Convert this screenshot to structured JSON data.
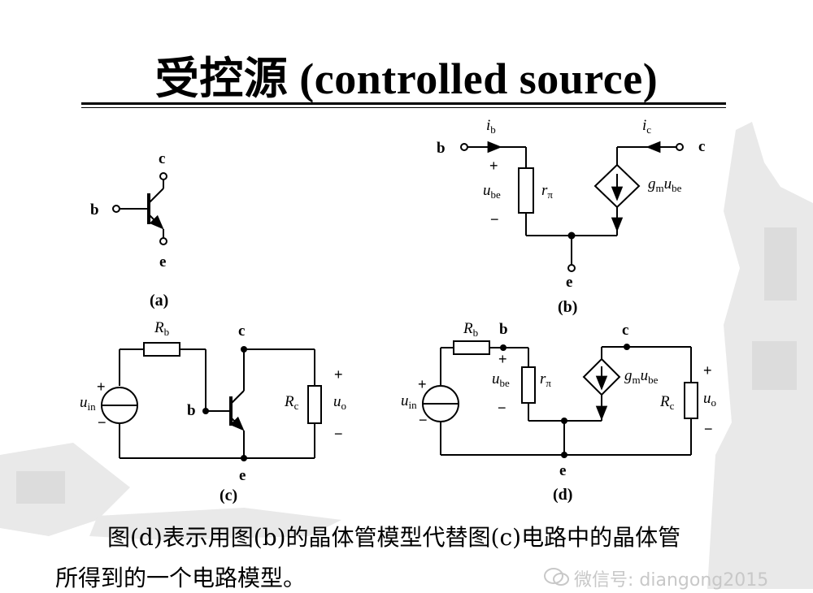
{
  "slide": {
    "title": "受控源 (controlled source)",
    "body_line1": "图(d)表示用图(b)的晶体管模型代替图(c)电路中的晶体管",
    "body_line2": "所得到的一个电路模型。",
    "watermark": "微信号: diangong2015",
    "watermark_icon": "wechat-icon"
  },
  "fig_a": {
    "caption": "(a)",
    "terminal_b": "b",
    "terminal_c": "c",
    "terminal_e": "e"
  },
  "fig_b": {
    "caption": "(b)",
    "terminal_b": "b",
    "terminal_c": "c",
    "terminal_e": "e",
    "ib_main": "i",
    "ib_sub": "b",
    "ic_main": "i",
    "ic_sub": "c",
    "ube_main": "u",
    "ube_sub": "be",
    "rpi_main": "r",
    "rpi_sub": "π",
    "gm_main": "g",
    "gm_sub": "m",
    "gm_u": "u",
    "gm_usub": "be",
    "plus": "+",
    "minus": "−"
  },
  "fig_c": {
    "caption": "(c)",
    "terminal_b": "b",
    "terminal_c": "c",
    "terminal_e": "e",
    "rb_main": "R",
    "rb_sub": "b",
    "rc_main": "R",
    "rc_sub": "c",
    "uin_main": "u",
    "uin_sub": "in",
    "uo_main": "u",
    "uo_sub": "o",
    "plus": "+",
    "minus": "−"
  },
  "fig_d": {
    "caption": "(d)",
    "terminal_b": "b",
    "terminal_c": "c",
    "terminal_e": "e",
    "rb_main": "R",
    "rb_sub": "b",
    "rc_main": "R",
    "rc_sub": "c",
    "uin_main": "u",
    "uin_sub": "in",
    "uo_main": "u",
    "uo_sub": "o",
    "ube_main": "u",
    "ube_sub": "be",
    "rpi_main": "r",
    "rpi_sub": "π",
    "gm_main": "g",
    "gm_sub": "m",
    "gm_u": "u",
    "gm_usub": "be",
    "plus": "+",
    "minus": "−"
  }
}
